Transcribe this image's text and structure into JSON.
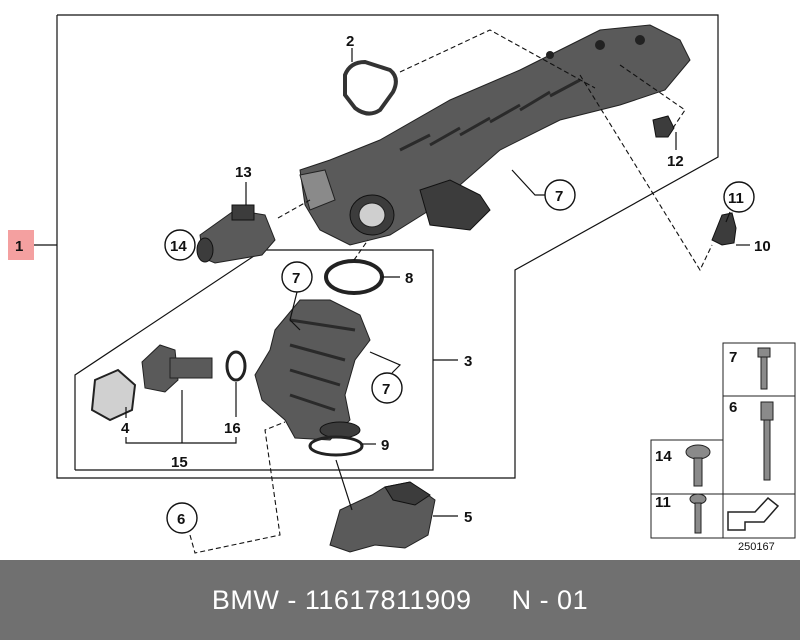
{
  "callouts": {
    "c1": "1",
    "c2": "2",
    "c3": "3",
    "c4": "4",
    "c5": "5",
    "c6_left": "6",
    "c6_side": "6",
    "c7_manifold": "7",
    "c7_pipe_top": "7",
    "c7_pipe_right": "7",
    "c7_side": "7",
    "c8": "8",
    "c9": "9",
    "c10": "10",
    "c11_sensor": "11",
    "c11_side": "11",
    "c12": "12",
    "c13": "13",
    "c14_valve": "14",
    "c14_side": "14",
    "c15": "15",
    "c16": "16"
  },
  "reference_number": "250167",
  "footer": {
    "brand": "BMW",
    "part_number": "11617811909",
    "code": "N - 01",
    "separator": " - "
  },
  "colors": {
    "highlight_label_bg": "#f4a0a0",
    "footer_bg": "#707070",
    "footer_text": "#ffffff"
  }
}
